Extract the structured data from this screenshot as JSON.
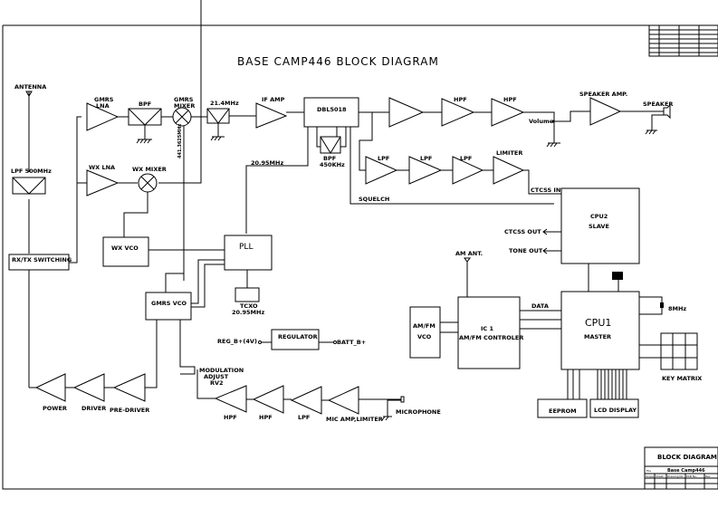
{
  "title": "BASE CAMP446 BLOCK DIAGRAM",
  "labels": {
    "antenna": "ANTENNA",
    "lpf500": "LPF 500MHz",
    "gmrs_lna_1": "GMRS",
    "gmrs_lna_2": "LNA",
    "bpf": "BPF",
    "gmrs_mixer_1": "GMRS",
    "gmrs_mixer_2": "MIXER",
    "f214": "21.4MHz",
    "if_amp": "IF AMP",
    "dbl": "DBL5018",
    "bpf450_1": "BPF",
    "bpf450_2": "450KHz",
    "f2095": "20.95MHz",
    "lo_freq": "441.3625MHz",
    "wx_lna": "WX LNA",
    "wx_mixer": "WX MIXER",
    "hpf": "HPF",
    "lpf": "LPF",
    "limiter": "LIMITER",
    "speaker_amp": "SPEAKER AMP.",
    "speaker": "SPEAKER",
    "volume": "Volume",
    "squelch": "SQUELCH",
    "ctcss_in": "CTCSS IN",
    "ctcss_out": "CTCSS OUT",
    "tone_out": "TONE OUT",
    "cpu2_1": "CPU2",
    "cpu2_2": "SLAVE",
    "rx_tx": "RX/TX SWITCHING",
    "wx_vco": "WX VCO",
    "pll": "PLL",
    "tcxo_1": "TCXO",
    "tcxo_2": "20.95MHz",
    "gmrs_vco": "GMRS VCO",
    "reg_in": "REG_B+(4V)",
    "regulator": "REGULATOR",
    "batt": "BATT_B+",
    "mod_1": "MODULATION",
    "mod_2": "ADJUST",
    "mod_3": "RV2",
    "power": "POWER",
    "driver": "DRIVER",
    "pre_driver": "PRE-DRIVER",
    "mic_amp": "MIC AMP,LIMITER",
    "microphone": "MICROPHONE",
    "am_ant": "AM ANT.",
    "amfm_vco_1": "AM/FM",
    "amfm_vco_2": "VCO",
    "ic1_1": "IC 1",
    "ic1_2": "AM/FM CONTROLER",
    "data": "DATA",
    "cpu1_1": "CPU1",
    "cpu1_2": "MASTER",
    "xtal": "8MHz",
    "key_matrix": "KEY MATRIX",
    "eeprom": "EEPROM",
    "lcd": "LCD DISPLAY"
  },
  "title_block": {
    "heading": "BLOCK DIAGRAM",
    "file_label": "File",
    "file_value": "Base Camp446",
    "cols": [
      "Scope",
      "Sheet",
      "Drawing No.",
      "PCB No.",
      "Rev"
    ]
  }
}
